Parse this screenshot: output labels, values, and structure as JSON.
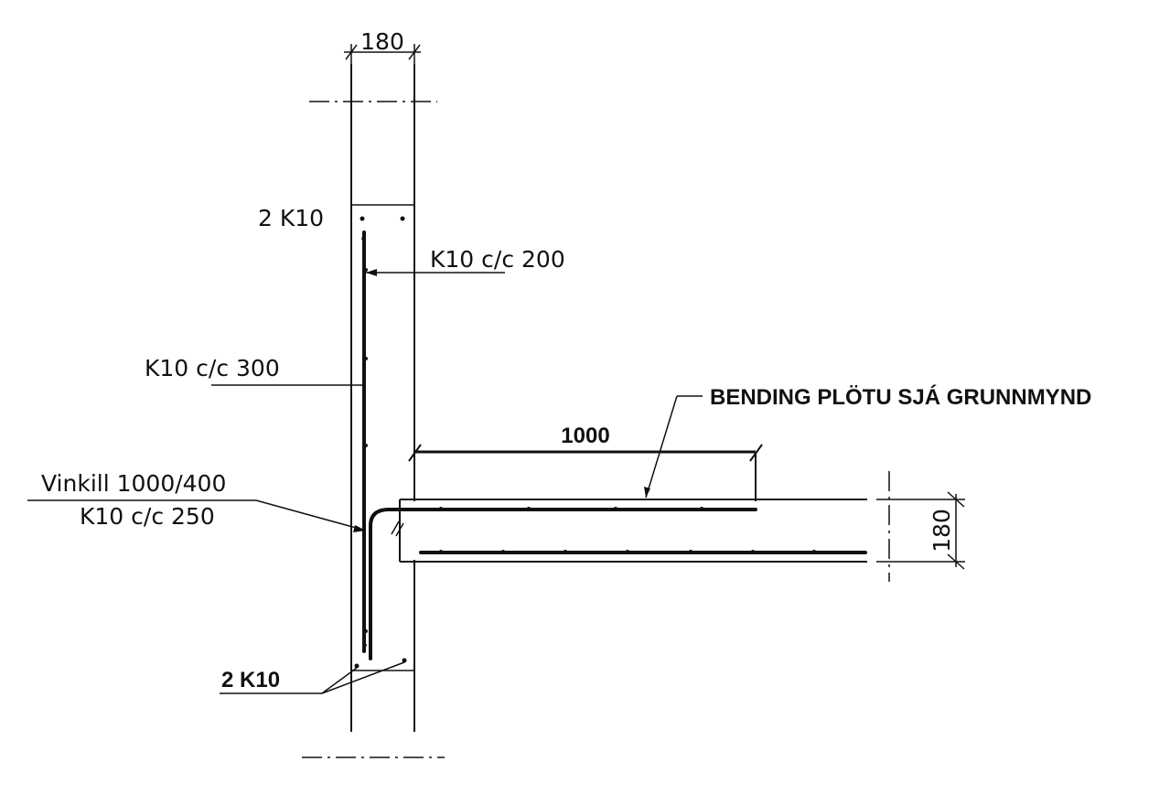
{
  "dims": {
    "wall_thickness": "180",
    "slab_thickness": "180",
    "bar_length": "1000"
  },
  "labels": {
    "top_bars": "2 K10",
    "k10_200": "K10 c/c 200",
    "k10_300": "K10 c/c 300",
    "vinkill": "Vinkill 1000/400",
    "k10_250": "K10 c/c 250",
    "bottom_bars": "2 K10",
    "bending": "BENDING PLÖTU SJÁ GRUNNMYND"
  }
}
